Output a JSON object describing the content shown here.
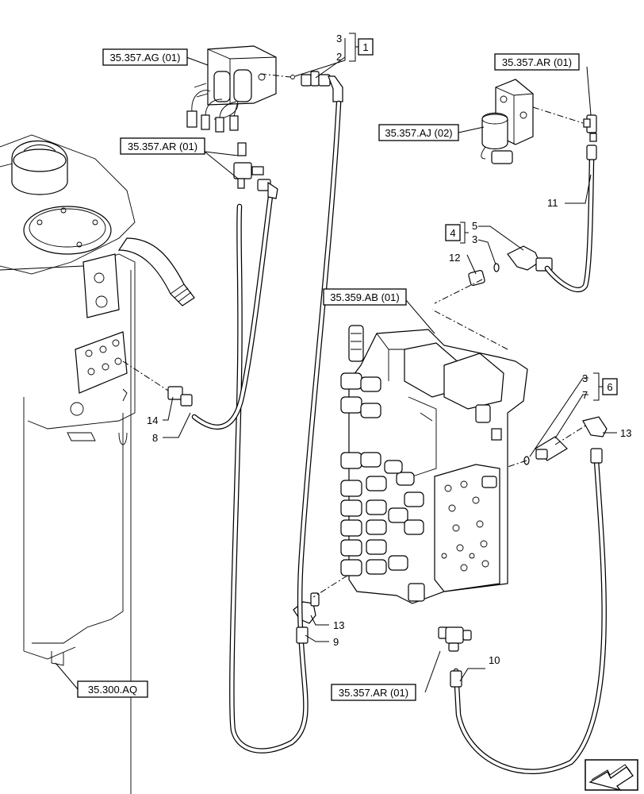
{
  "references": {
    "ag_01": "35.357.AG (01)",
    "ar_01_top_left": "35.357.AR (01)",
    "ar_01_top_right": "35.357.AR (01)",
    "aj_02": "35.357.AJ (02)",
    "ab_01": "35.359.AB (01)",
    "ar_01_bottom": "35.357.AR (01)",
    "aq": "35.300.AQ"
  },
  "kit_boxes": {
    "kit_1": "1",
    "kit_4": "4",
    "kit_6": "6"
  },
  "callouts": {
    "c3_top": "3",
    "c2_top": "2",
    "c11": "11",
    "c5": "5",
    "c3_mid": "3",
    "c12": "12",
    "c3_right": "3",
    "c7": "7",
    "c13_right": "13",
    "c14": "14",
    "c8": "8",
    "c13_bottom": "13",
    "c9": "9",
    "c10": "10"
  },
  "icons": {
    "nav_arrow": "page-direction-arrow-icon"
  }
}
